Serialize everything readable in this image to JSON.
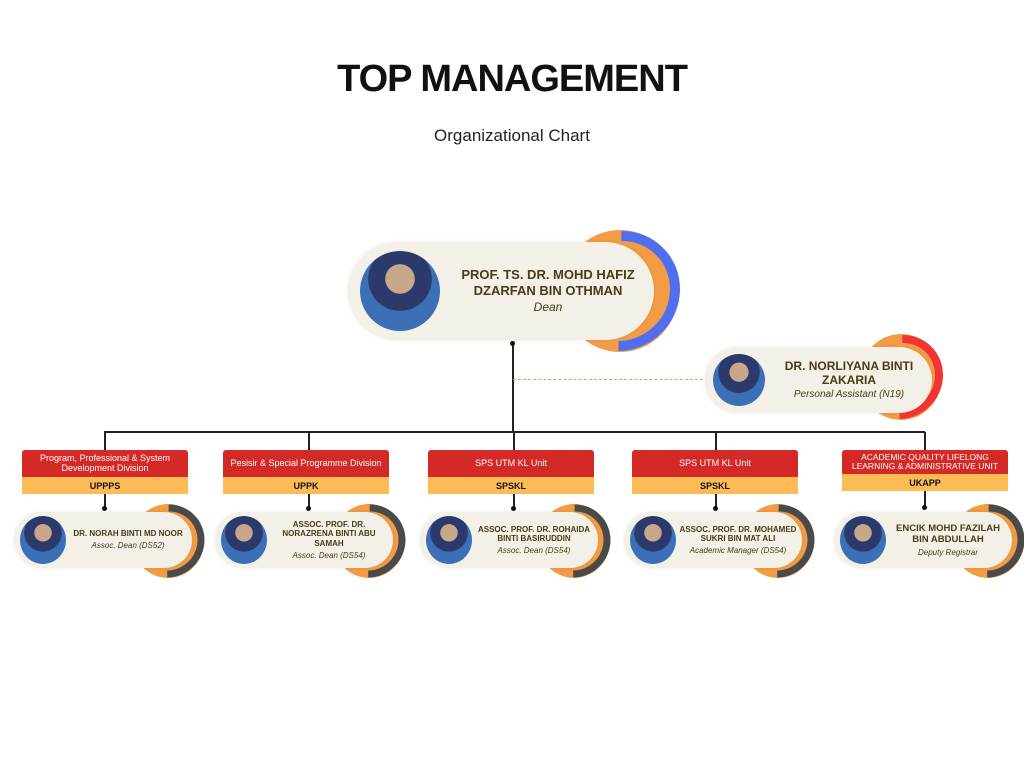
{
  "title": "TOP MANAGEMENT",
  "subtitle": "Organizational Chart",
  "dean": {
    "name": "PROF. TS. DR. MOHD HAFIZ DZARFAN BIN OTHMAN",
    "role": "Dean"
  },
  "assistant": {
    "name": "DR. NORLIYANA BINTI ZAKARIA",
    "role": "Personal Assistant (N19)"
  },
  "units": [
    {
      "division": "Program, Professional & System Development Division",
      "code": "UPPPS",
      "name": "DR. NORAH BINTI MD NOOR",
      "role": "Assoc. Dean (DS52)"
    },
    {
      "division": "Pesisir & Special Programme Division",
      "code": "UPPK",
      "name": "ASSOC. PROF. DR. NORAZRENA BINTI ABU SAMAH",
      "role": "Assoc. Dean (DS54)"
    },
    {
      "division": "SPS UTM KL Unit",
      "code": "SPSKL",
      "name": "ASSOC. PROF. DR. ROHAIDA BINTI BASIRUDDIN",
      "role": "Assoc. Dean (DS54)"
    },
    {
      "division": "SPS UTM KL Unit",
      "code": "SPSKL",
      "name": "ASSOC. PROF. DR. MOHAMED SUKRI BIN MAT ALI",
      "role": "Academic Manager (DS54)"
    },
    {
      "division": "ACADEMIC QUALITY LIFELONG LEARNING & ADMINISTRATIVE UNIT",
      "code": "UKAPP",
      "name": "ENCIK MOHD FAZILAH BIN ABDULLAH",
      "role": "Deputy Registrar"
    }
  ],
  "colors": {
    "red": "#d42a27",
    "yellow": "#fdbb55",
    "orange": "#f29c45",
    "blue": "#4f6ff0",
    "gray": "#4a4a4a",
    "cream": "#f3f0e8"
  }
}
